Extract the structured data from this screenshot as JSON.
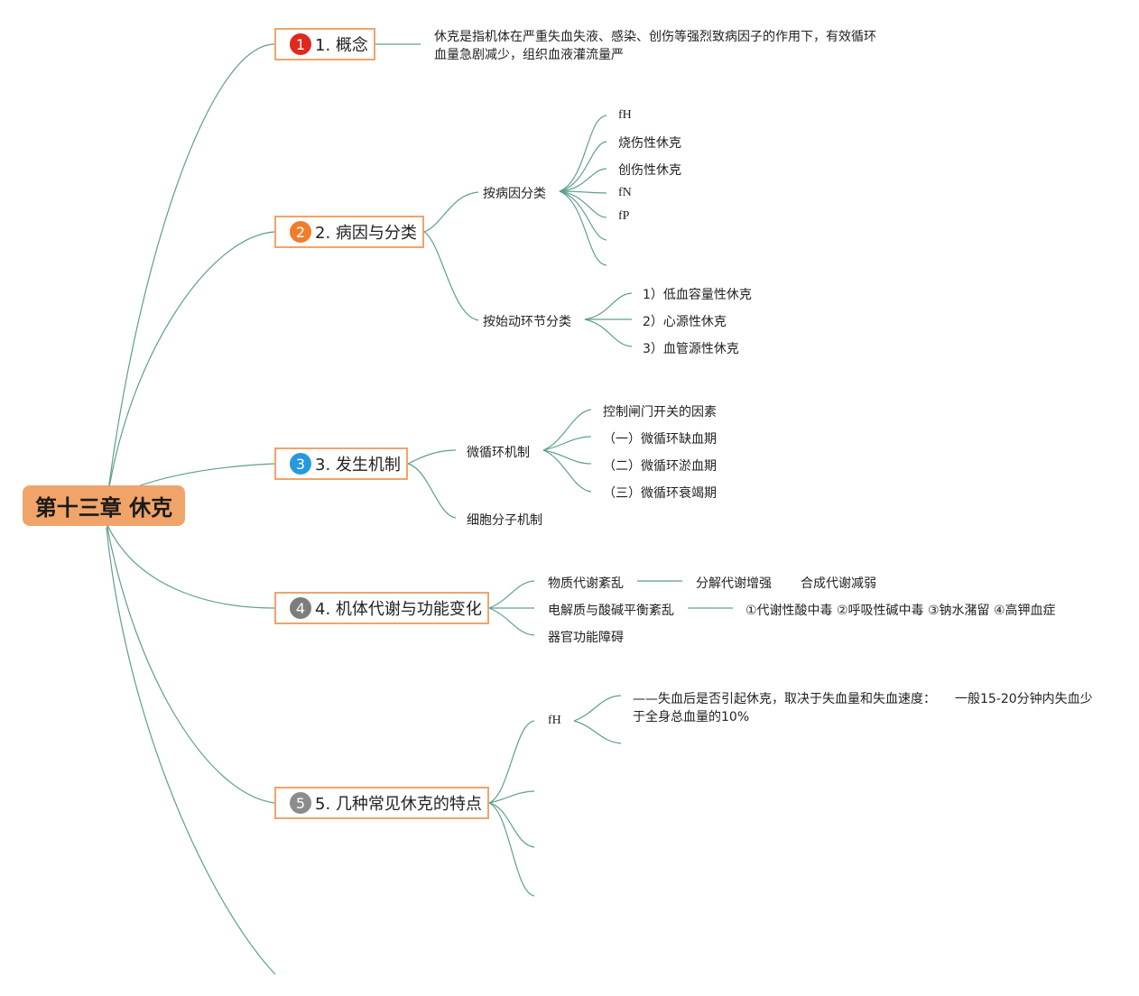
{
  "root": {
    "title": "第十三章 休克"
  },
  "topics": [
    {
      "badge": "1",
      "label": "1. 概念",
      "description": "休克是指机体在严重失血失液、感染、创伤等强烈致病因子的作用下，有效循环血量急剧减少，组织血液灌流量严"
    },
    {
      "badge": "2",
      "label": "2. 病因与分类",
      "subtopics": [
        {
          "label": "按病因分类",
          "items": [
            "fH",
            "烧伤性休克",
            "创伤性休克",
            "fN",
            "fP",
            "",
            ""
          ]
        },
        {
          "label": "按始动环节分类",
          "items": [
            "1）低血容量性休克",
            "2）心源性休克",
            "3）血管源性休克"
          ]
        }
      ]
    },
    {
      "badge": "3",
      "label": "3. 发生机制",
      "subtopics": [
        {
          "label": "微循环机制",
          "items": [
            "控制闸门开关的因素",
            "（一）微循环缺血期",
            "（二）微循环淤血期",
            "（三）微循环衰竭期"
          ]
        },
        {
          "label": "细胞分子机制",
          "items": []
        }
      ]
    },
    {
      "badge": "4",
      "label": "4. 机体代谢与功能变化",
      "subtopics": [
        {
          "label": "物质代谢紊乱",
          "details": [
            "分解代谢增强",
            "合成代谢减弱"
          ]
        },
        {
          "label": "电解质与酸碱平衡紊乱",
          "details": [
            "①代谢性酸中毒 ②呼吸性碱中毒 ③钠水潴留 ④高钾血症"
          ]
        },
        {
          "label": "器官功能障碍",
          "details": []
        }
      ]
    },
    {
      "badge": "5",
      "label": "5. 几种常见休克的特点",
      "subtopics": [
        {
          "label": "fH",
          "note": "——失血后是否引起休克，取决于失血量和失血速度：　　一般15-20分钟内失血少于全身总血量的10%"
        }
      ]
    }
  ],
  "colors": {
    "root_fill": "#f0a46a",
    "topic_border": "#f0a46a",
    "connector": "#5f9e8f",
    "badge_1": "#e0281e",
    "badge_2": "#ef7d2c",
    "badge_3": "#2699de",
    "badge_4": "#7d7d7d",
    "badge_5": "#8c8c8c"
  }
}
